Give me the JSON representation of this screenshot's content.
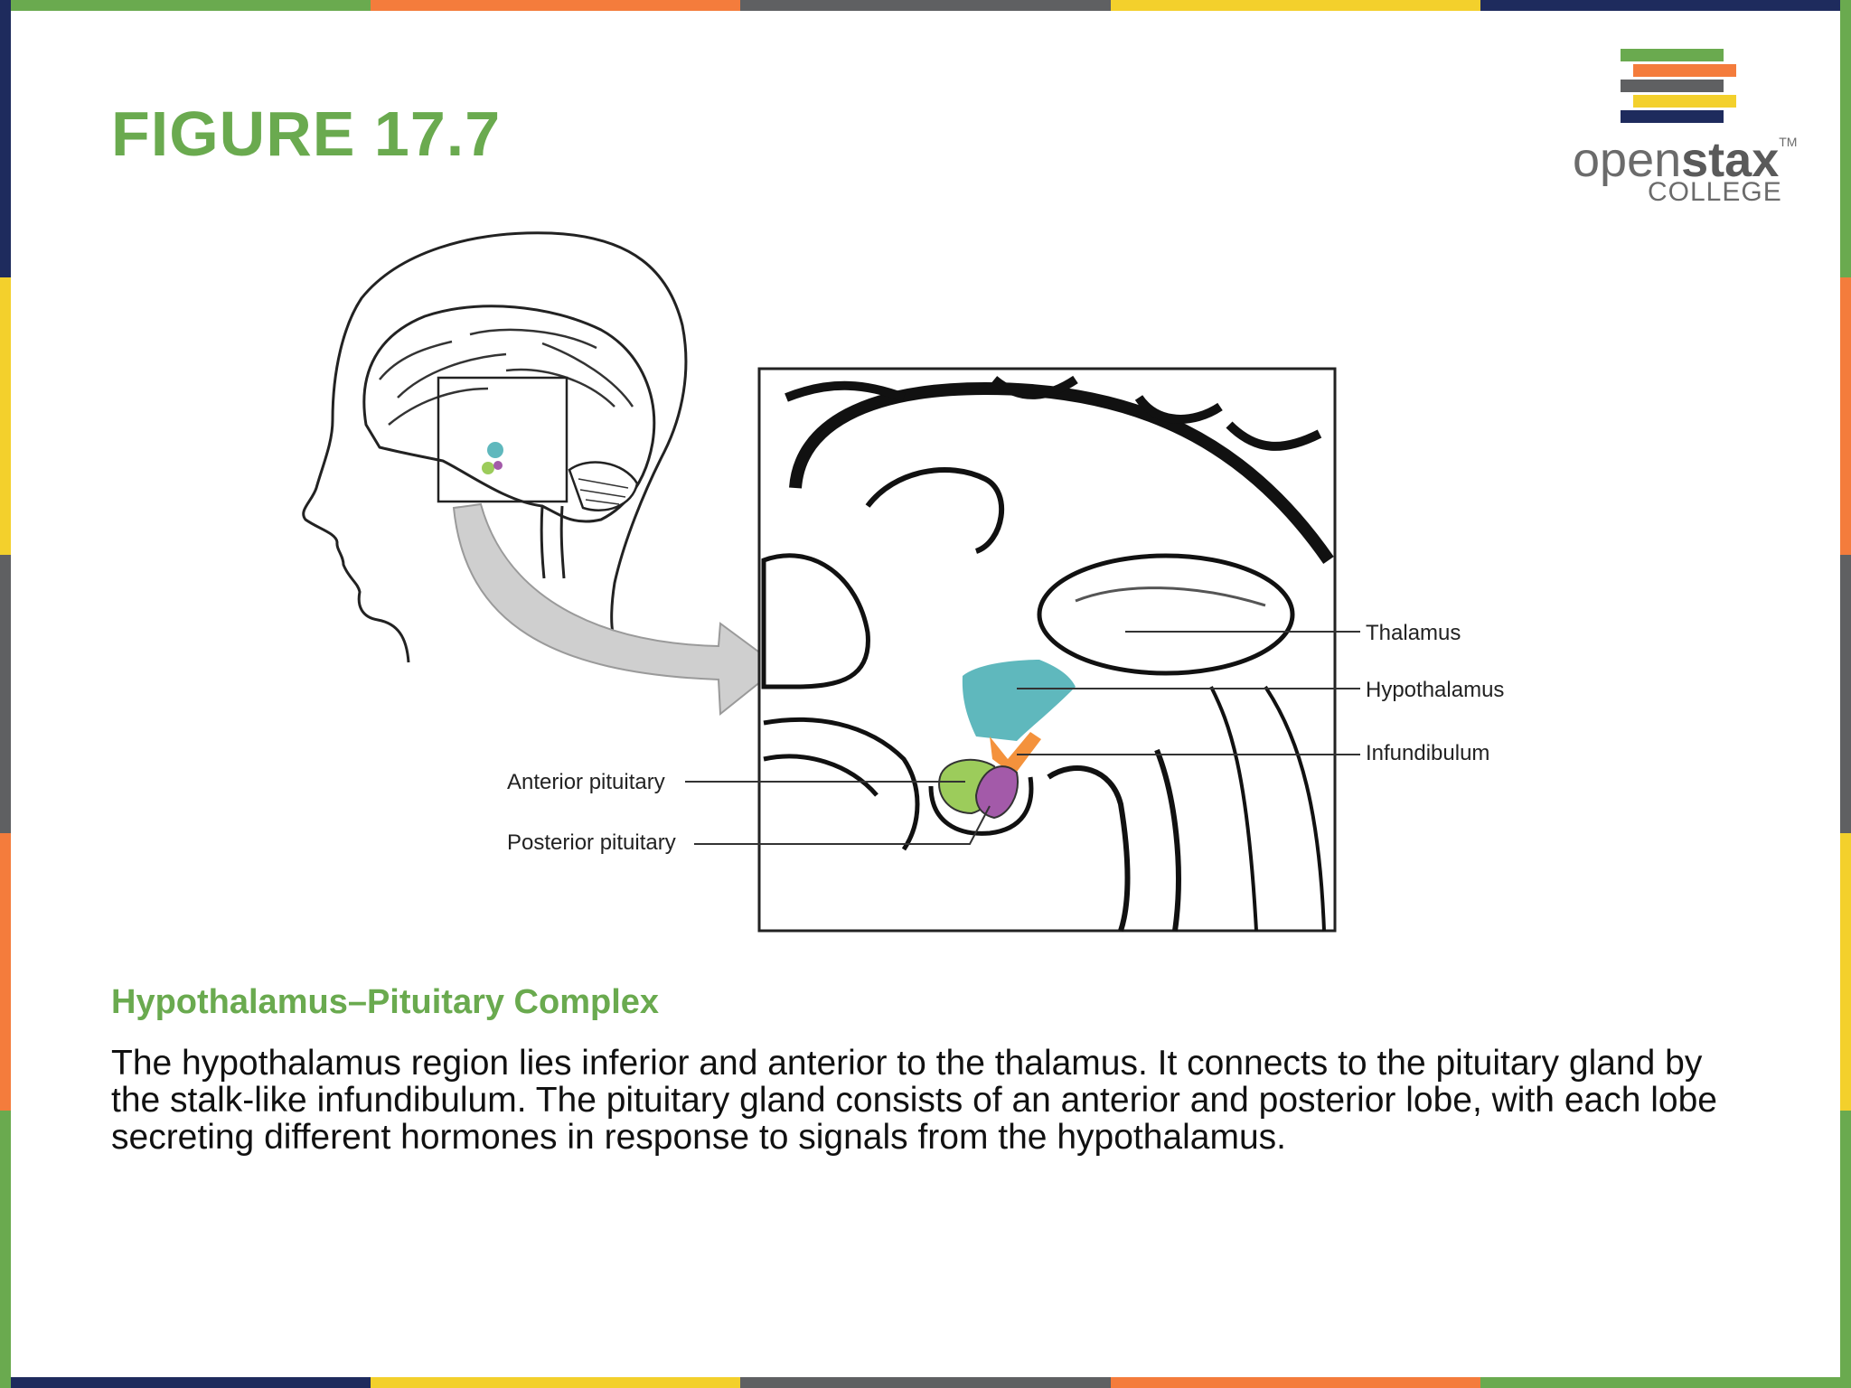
{
  "colors": {
    "green": "#6aaa4f",
    "orange": "#f47c3c",
    "gray": "#5f6062",
    "yellow": "#f3d02c",
    "navy": "#1e2b5d",
    "hypothalamus": "#5fb8bd",
    "anterior_pituitary": "#9ccc5b",
    "posterior_pituitary": "#a35aa9",
    "infundibulum": "#f4923c"
  },
  "figure": {
    "title": "FIGURE 17.7"
  },
  "logo": {
    "brand_light": "open",
    "brand_bold": "stax",
    "tm": "TM",
    "sub": "COLLEGE"
  },
  "diagram": {
    "labels": {
      "thalamus": "Thalamus",
      "hypothalamus": "Hypothalamus",
      "infundibulum": "Infundibulum",
      "anterior_pituitary": "Anterior pituitary",
      "posterior_pituitary": "Posterior pituitary"
    }
  },
  "caption": {
    "title": "Hypothalamus–Pituitary Complex",
    "body": "The hypothalamus region lies inferior and anterior to the thalamus. It connects to the pituitary gland by the stalk-like infundibulum. The pituitary gland consists of an anterior and posterior lobe, with each lobe secreting different hormones in response to signals from the hypothalamus."
  }
}
